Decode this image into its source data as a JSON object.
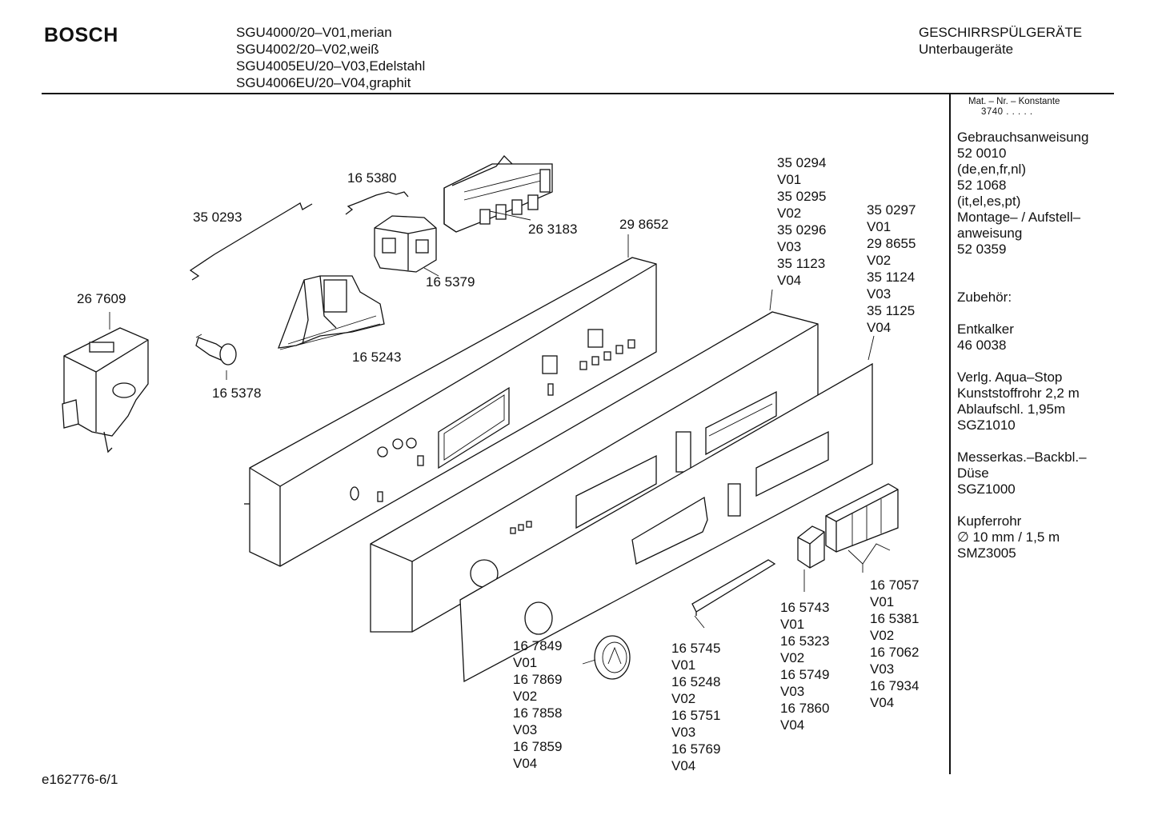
{
  "header": {
    "brand": "BOSCH",
    "models": [
      "SGU4000/20–V01,merian",
      "SGU4002/20–V02,weiß",
      "SGU4005EU/20–V03,Edelstahl",
      "SGU4006EU/20–V04,graphit"
    ],
    "category": "GESCHIRRSPÜLGERÄTE",
    "subcategory": "Unterbaugeräte"
  },
  "sidebar": {
    "mat_label": "Mat. – Nr. – Konstante",
    "mat_value": "3740 . . . . .",
    "lines": [
      "Gebrauchsanweisung",
      "52 0010",
      "(de,en,fr,nl)",
      "52 1068",
      "(it,el,es,pt)",
      "Montage– / Aufstell–",
      "anweisung",
      "52 0359",
      "",
      "",
      "Zubehör:",
      "",
      "Entkalker",
      "46 0038",
      "",
      "Verlg. Aqua–Stop",
      "Kunststoffrohr 2,2 m",
      "Ablaufschl. 1,95m",
      "SGZ1010",
      "",
      "Messerkas.–Backbl.–",
      "Düse",
      "SGZ1000",
      "",
      "Kupferrohr",
      "∅ 10 mm / 1,5 m",
      "SMZ3005"
    ]
  },
  "parts": {
    "p350293": "35 0293",
    "p165380": "16 5380",
    "p263183": "26 3183",
    "p298652": "29 8652",
    "p165379": "16 5379",
    "p267609": "26 7609",
    "p165243": "16 5243",
    "p165378": "16 5378",
    "group_fascia": [
      "35 0294",
      "V01",
      "35 0295",
      "V02",
      "35 0296",
      "V03",
      "35 1123",
      "V04"
    ],
    "group_panel": [
      "35 0297",
      "V01",
      "29 8655",
      "V02",
      "35 1124",
      "V03",
      "35 1125",
      "V04"
    ],
    "group_knob": [
      "16 7849",
      "V01",
      "16 7869",
      "V02",
      "16 7858",
      "V03",
      "16 7859",
      "V04"
    ],
    "group_strip": [
      "16 5745",
      "V01",
      "16 5248",
      "V02",
      "16 5751",
      "V03",
      "16 5769",
      "V04"
    ],
    "group_button": [
      "16 5743",
      "V01",
      "16 5323",
      "V02",
      "16 5749",
      "V03",
      "16 7860",
      "V04"
    ],
    "group_keys": [
      "16 7057",
      "V01",
      "16 5381",
      "V02",
      "16 7062",
      "V03",
      "16 7934",
      "V04"
    ]
  },
  "footer": {
    "code": "e162776-6/1"
  }
}
